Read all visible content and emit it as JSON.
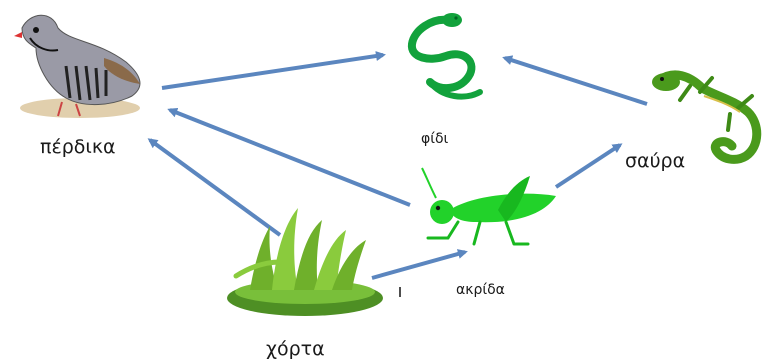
{
  "organisms": {
    "partridge": {
      "label": "πέρδικα",
      "icon": "partridge-icon"
    },
    "snake": {
      "label": "φίδι",
      "icon": "snake-icon"
    },
    "lizard": {
      "label": "σαύρα",
      "icon": "lizard-icon"
    },
    "grass": {
      "label": "χόρτα",
      "icon": "grass-icon"
    },
    "grasshopper": {
      "label": "ακρίδα",
      "icon": "grasshopper-icon"
    }
  },
  "arrows": [
    {
      "from": "partridge",
      "to": "snake"
    },
    {
      "from": "lizard",
      "to": "snake"
    },
    {
      "from": "grasshopper",
      "to": "partridge"
    },
    {
      "from": "grass",
      "to": "partridge"
    },
    {
      "from": "grass",
      "to": "grasshopper"
    },
    {
      "from": "grasshopper",
      "to": "lizard"
    }
  ],
  "colors": {
    "arrow": "#5b86bf",
    "snake": "#12a23c",
    "grasshopper": "#22d22a",
    "lizard": "#4a9a1c",
    "grass": "#6fb02b"
  }
}
